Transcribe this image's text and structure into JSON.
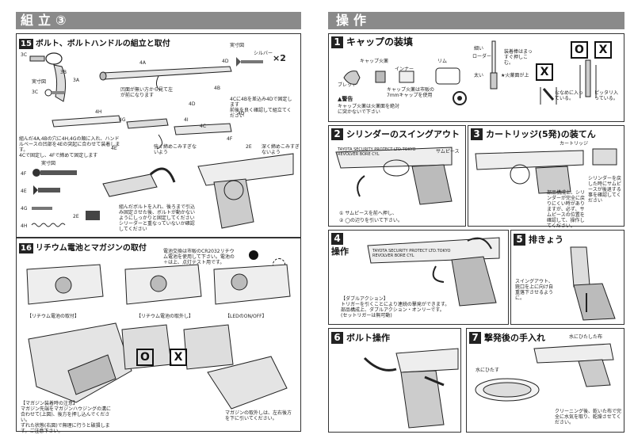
{
  "left": {
    "header": "組立③",
    "s15": {
      "num": "15",
      "title": "ボルト、ボルトハンドルの組立と取付",
      "actual_size": "実寸図",
      "parts_top": [
        "3C",
        "3B",
        "3A",
        "4A",
        "4B",
        "4C",
        "4D",
        "4E",
        "4F",
        "4G",
        "4H",
        "4I",
        "2E"
      ],
      "washer": "シルバー",
      "x2": "×2",
      "note_4a": "凹面が無い方から見て左が前になります",
      "note_4c": "4Cに4Bを差込み4Dで固定します\n前後を良く確認して組立てください",
      "note_assembly": "組んだ4A,4Bの穴に4H,4Gの順に入れ、ハンドルベースの凹部を4Eの突起に合わせて装着します。\n4Cで固定し、4Fで締めて固定します",
      "note_strong": "強く締めこみすぎないよう",
      "note_2e": "深く締めこみすぎないよう",
      "note_bolt": "組んだボルトを入れ、後ろまで引込み固定させた後、ボルトが動かないようにしっかりと固定してください\nシリーダーと重なっていないか確認してください",
      "labels_small": [
        "4F",
        "4E",
        "4G",
        "4H",
        "2E"
      ]
    },
    "s16": {
      "num": "16",
      "title": "リチウム電池とマガジンの取付",
      "note_battery": "電池交換は市販のCR2032リチウム電池を使用して下さい。電池の＋は上、点灯テスト用です。",
      "cap1": "【リチウム電池の取付】",
      "cap2": "【リチウム電池の取外し】",
      "cap3": "【LEDのON/OFF】",
      "mag_title": "【マガジン装着時の注意】",
      "mag_note": "マガジン先端をマガジンハウジングの溝に合わせて(上図)、後方を押し込んでください。\nずれた状態(右図)で無理に行うと破損します。ご注意下さい。",
      "mag_remove": "マガジンの取外しは、左右後方を下に引いてください。",
      "ok": "O",
      "ng": "X"
    },
    "page_no": ""
  },
  "right": {
    "header": "操作",
    "s1": {
      "num": "1",
      "title": "キャップの装填",
      "cap_fire": "キャップ火薬",
      "inner": "インナー",
      "rim": "リム",
      "bullet": "ブレット",
      "note_cap": "キャップ火薬は市販の7mmキャップを使用",
      "warning_title": "警告",
      "warning": "キャップ火薬は火薬面を絶対に突かないで下さい",
      "thin": "細い",
      "loader": "ローダー",
      "thick": "太い",
      "note_loader": "装着棒はまっすぐ押しこむ。",
      "note_side": "★火薬面が上",
      "note_ng": "ななめに入っている。",
      "note_ok": "ピッタリ入っている。",
      "ok": "O",
      "ng": "X"
    },
    "s2": {
      "num": "2",
      "title": "シリンダーのスイングアウト",
      "side_piece": "サムピース",
      "step1": "サムピースを前へ押し、",
      "step2": "の辺りを引いて下さい。",
      "engrave": "TAYOTA SECURITY PROTECT LTD.TOKYO REVOLVER BORE CYL"
    },
    "s3": {
      "num": "3",
      "title": "カートリッジ(5発)の装てん",
      "cartridge": "カートリッジ",
      "note_parts": "部品構成上、シリンダーが完全に戻りにくい時がありますが、必ず、サムピースの位置を確認して、操作してください。",
      "note_cyl": "シリンダーを戻した時にサムピースが後退する事を確認してください"
    },
    "s4": {
      "num": "4",
      "title": "操作",
      "da_title": "【ダブルアクション】",
      "da_note": "トリガーを引くことにより連続の撃発ができます。\n部品構成上、ダブルアクション・オンリーです。\n(セットリガーは無可動)"
    },
    "s5": {
      "num": "5",
      "title": "排きょう",
      "note": "スイングアウト、銃口を上に向け自重落下させるように。"
    },
    "s6": {
      "num": "6",
      "title": "ボルト操作"
    },
    "s7": {
      "num": "7",
      "title": "撃発後の手入れ",
      "water_cloth": "水にひたした布",
      "water": "水にひたす",
      "note": "クリーニング後、乾いた布で完全に水気を取り、乾燥させてください。"
    },
    "page_no": ""
  }
}
